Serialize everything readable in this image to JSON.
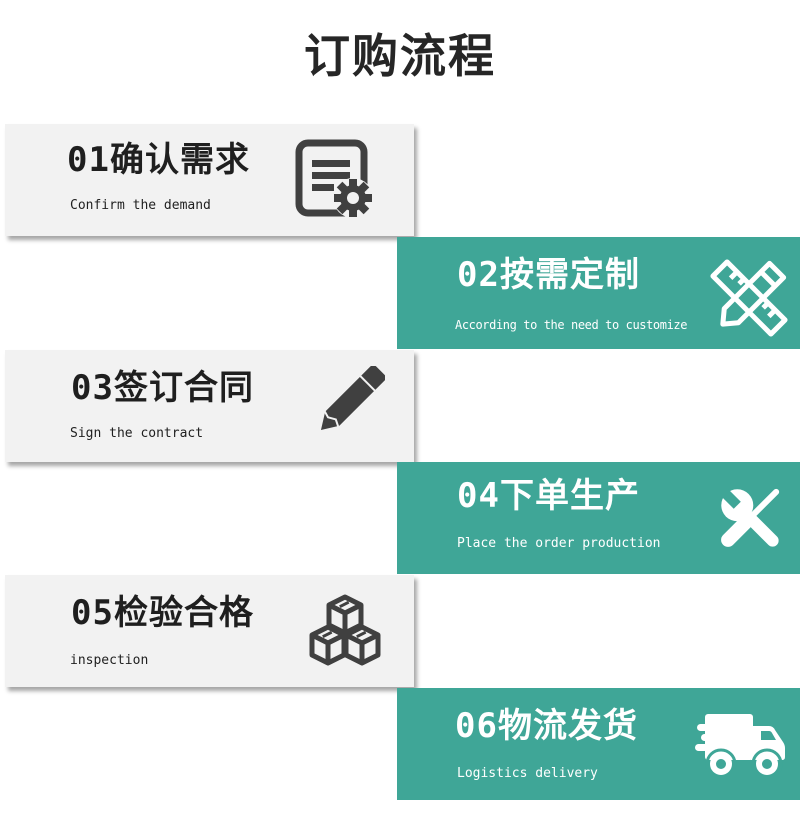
{
  "title": "订购流程",
  "colors": {
    "teal": "#3fa697",
    "gray_box": "#f2f2f2",
    "icon_dark": "#404040",
    "text_dark": "#1f1f1f"
  },
  "steps": [
    {
      "number": "01",
      "title": "01确认需求",
      "subtitle": "Confirm the demand",
      "icon": "document-gear-icon",
      "style": "gray"
    },
    {
      "number": "02",
      "title": "02按需定制",
      "subtitle": "According to the need to customize",
      "icon": "ruler-pencil-icon",
      "style": "teal"
    },
    {
      "number": "03",
      "title": "03签订合同",
      "subtitle": "Sign the contract",
      "icon": "pencil-icon",
      "style": "gray"
    },
    {
      "number": "04",
      "title": "04下单生产",
      "subtitle": "Place the order production",
      "icon": "wrench-screwdriver-icon",
      "style": "teal"
    },
    {
      "number": "05",
      "title": "05检验合格",
      "subtitle": "inspection",
      "icon": "boxes-icon",
      "style": "gray"
    },
    {
      "number": "06",
      "title": "06物流发货",
      "subtitle": "Logistics delivery",
      "icon": "delivery-truck-icon",
      "style": "teal"
    }
  ]
}
